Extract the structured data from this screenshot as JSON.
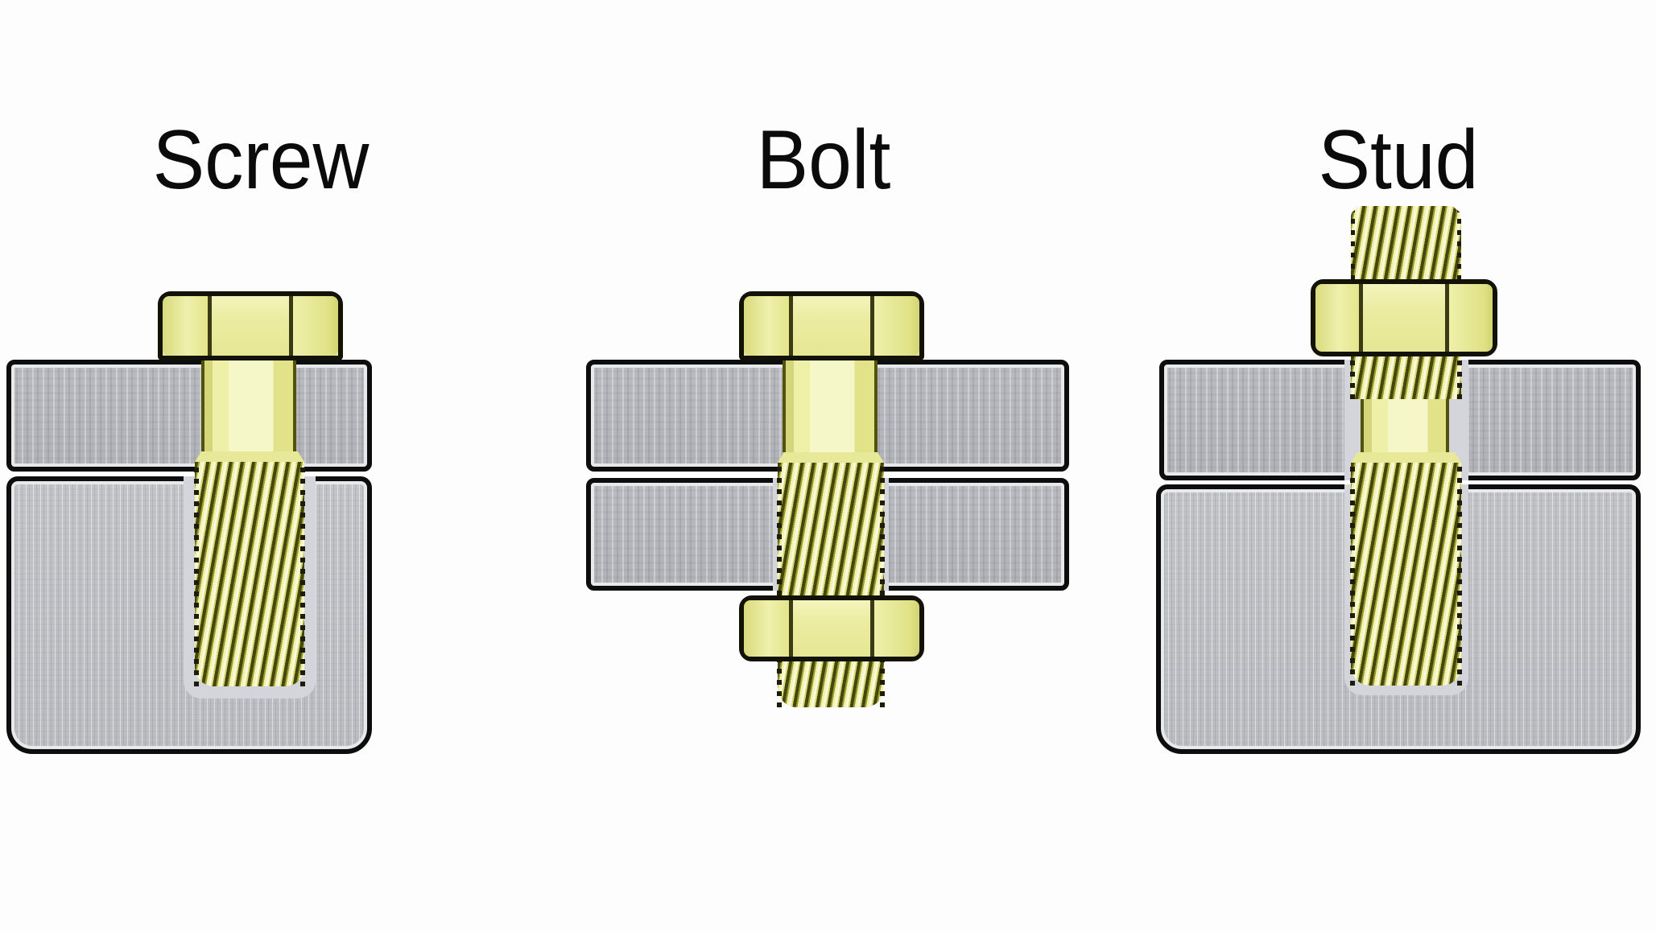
{
  "figure": {
    "description": "Comparison diagram of three threaded fasteners shown in cross-section through gray plates",
    "background_color": "#fdfdfe",
    "outline_color": "#0d0d0d",
    "fastener_color": "#ebeca0",
    "thread_dark_color": "#45460a",
    "plate_color": "#b6b7bb",
    "block_color": "#c0c1c5",
    "hole_halo_color": "#d4d5db"
  },
  "panels": [
    {
      "id": "screw",
      "title": "Screw",
      "fastener": "hex-head-screw",
      "parts": [
        "hex-head",
        "plain-shank",
        "threaded-shank",
        "top-plate",
        "tapped-base-block"
      ]
    },
    {
      "id": "bolt",
      "title": "Bolt",
      "fastener": "hex-head-bolt-with-nut",
      "parts": [
        "hex-head",
        "plain-shank",
        "threaded-shank",
        "top-plate",
        "bottom-plate",
        "hex-nut",
        "protruding-thread"
      ]
    },
    {
      "id": "stud",
      "title": "Stud",
      "fastener": "threaded-stud-with-nut",
      "parts": [
        "protruding-thread",
        "hex-nut",
        "threaded-section",
        "plain-shank",
        "threaded-end",
        "top-plate",
        "tapped-base-block"
      ]
    }
  ]
}
